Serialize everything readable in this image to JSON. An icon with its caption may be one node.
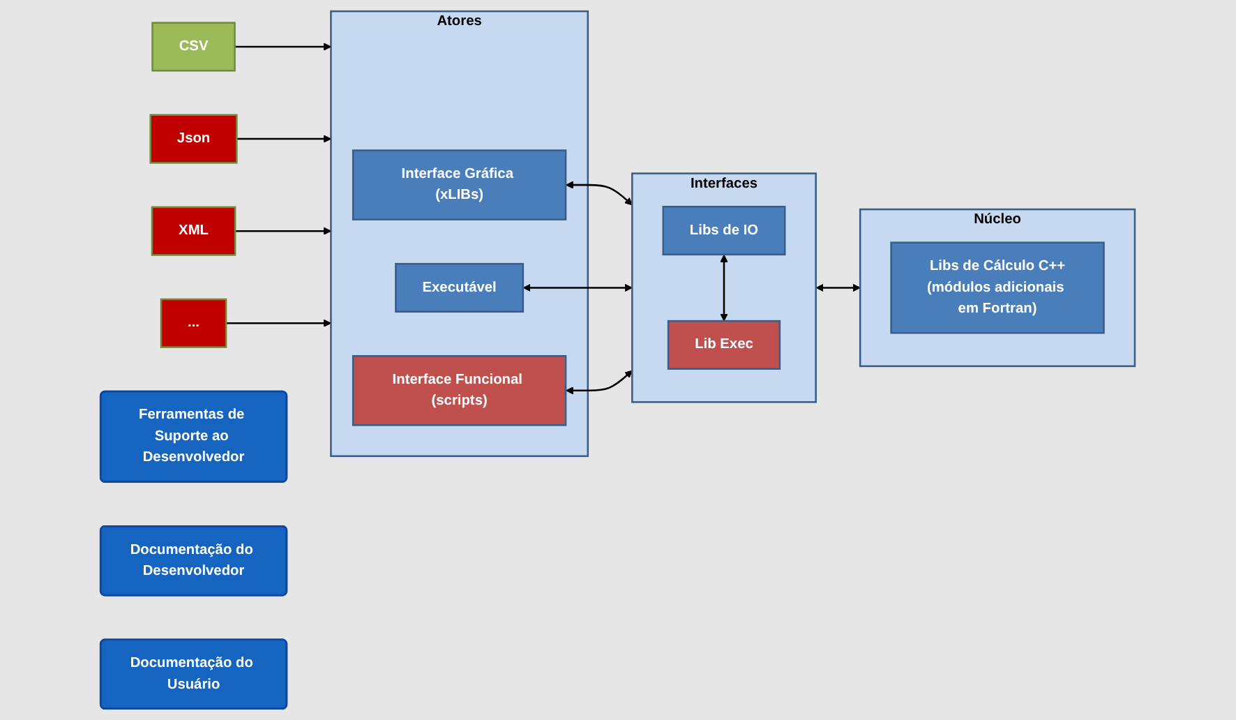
{
  "diagram": {
    "nodes": [
      {
        "text": [
          "CSV"
        ]
      },
      {
        "text": [
          "Json"
        ]
      },
      {
        "text": [
          "XML"
        ]
      },
      {
        "text": [
          "..."
        ]
      },
      {
        "text": [
          "Atores"
        ]
      },
      {
        "text": [
          "Interface Gráfica (xLIBs)"
        ],
        "in": 4
      },
      {
        "text": [
          "Executável"
        ],
        "in": 4
      },
      {
        "text": [
          "Interface Funcional (scripts)"
        ],
        "in": 4
      },
      {
        "text": [
          "Interfaces"
        ]
      },
      {
        "text": [
          "Libs de IO"
        ],
        "in": 8
      },
      {
        "text": [
          "Lib Exec"
        ],
        "in": 8
      },
      {
        "text": [
          "Núcleo"
        ]
      },
      {
        "text": [
          "Libs de Cálculo C++",
          "(módulos adicionais em Fortran)"
        ],
        "in": 11
      },
      {
        "text": [
          "Ferramentas de Suporte ao Desenvolvedor"
        ]
      },
      {
        "text": [
          "Documentação do Desenvolvedor"
        ]
      },
      {
        "text": [
          "Documentação do Usuário"
        ]
      }
    ],
    "edges": [
      {
        "from": 0,
        "to": 4,
        "arrow": "to"
      },
      {
        "from": 1,
        "to": 4,
        "arrow": "to"
      },
      {
        "from": 2,
        "to": 4,
        "arrow": "to"
      },
      {
        "from": 3,
        "to": 4,
        "arrow": "to"
      },
      {
        "from": 5,
        "to": 8,
        "arrow": "both"
      },
      {
        "from": 6,
        "to": 8,
        "arrow": "both"
      },
      {
        "from": 7,
        "to": 8,
        "arrow": "both"
      },
      {
        "from": 9,
        "to": 10,
        "arrow": "both"
      },
      {
        "from": 8,
        "to": 11,
        "arrow": "both"
      }
    ]
  }
}
